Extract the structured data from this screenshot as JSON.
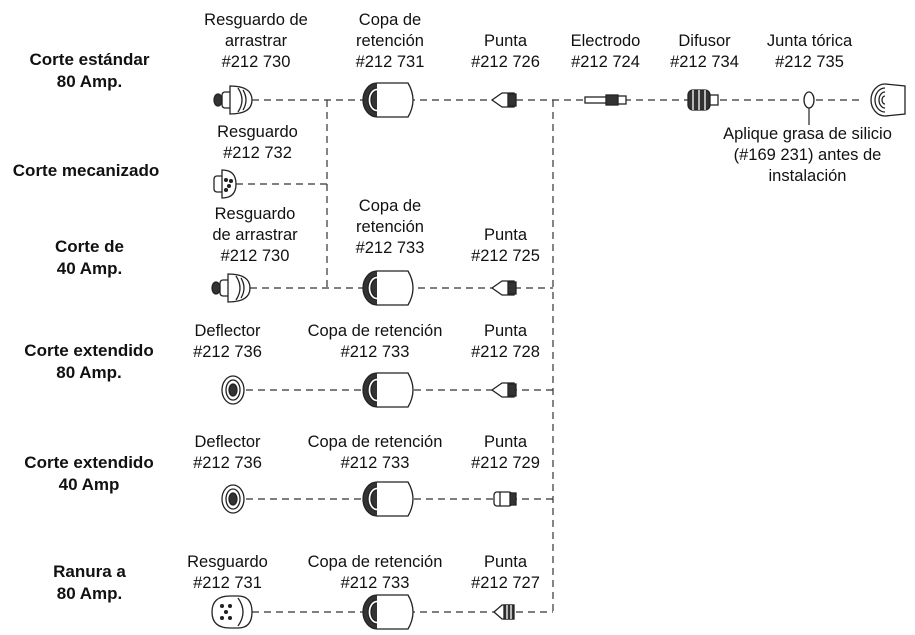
{
  "rows": [
    {
      "key": "r1",
      "label": [
        "Corte estándar",
        "80 Amp."
      ]
    },
    {
      "key": "r2",
      "label": [
        "Corte mecanizado"
      ]
    },
    {
      "key": "r3",
      "label": [
        "Corte de",
        "40 Amp."
      ]
    },
    {
      "key": "r4",
      "label": [
        "Corte extendido",
        "80 Amp."
      ]
    },
    {
      "key": "r5",
      "label": [
        "Corte extendido",
        "40 Amp"
      ]
    },
    {
      "key": "r6",
      "label": [
        "Ranura a",
        "80 Amp."
      ]
    }
  ],
  "parts": {
    "r1_shield": [
      "Resguardo de",
      "arrastrar",
      "#212 730"
    ],
    "r1_cup": [
      "Copa de",
      "retención",
      "#212 731"
    ],
    "r1_tip": [
      "Punta",
      "#212 726"
    ],
    "r1_electrode": [
      "Electrodo",
      "#212 724"
    ],
    "r1_diffuser": [
      "Difusor",
      "#212 734"
    ],
    "r1_oring": [
      "Junta tórica",
      "#212 735"
    ],
    "oring_note": [
      "Aplique grasa de silicio",
      "(#169 231) antes de",
      "instalación"
    ],
    "r2_shield": [
      "Resguardo",
      "#212 732"
    ],
    "r3_shield": [
      "Resguardo",
      "de arrastrar",
      "#212 730"
    ],
    "r3_cup": [
      "Copa de",
      "retención",
      "#212 733"
    ],
    "r3_tip": [
      "Punta",
      "#212 725"
    ],
    "r4_deflector": [
      "Deflector",
      "#212 736"
    ],
    "r4_cup": [
      "Copa de retención",
      "#212 733"
    ],
    "r4_tip": [
      "Punta",
      "#212 728"
    ],
    "r5_deflector": [
      "Deflector",
      "#212 736"
    ],
    "r5_cup": [
      "Copa de retención",
      "#212 733"
    ],
    "r5_tip": [
      "Punta",
      "#212 729"
    ],
    "r6_shield": [
      "Resguardo",
      "#212 731"
    ],
    "r6_cup": [
      "Copa de retención",
      "#212 733"
    ],
    "r6_tip": [
      "Punta",
      "#212 727"
    ]
  },
  "colors": {
    "ink": "#111111",
    "line": "#333333",
    "background": "#ffffff"
  }
}
